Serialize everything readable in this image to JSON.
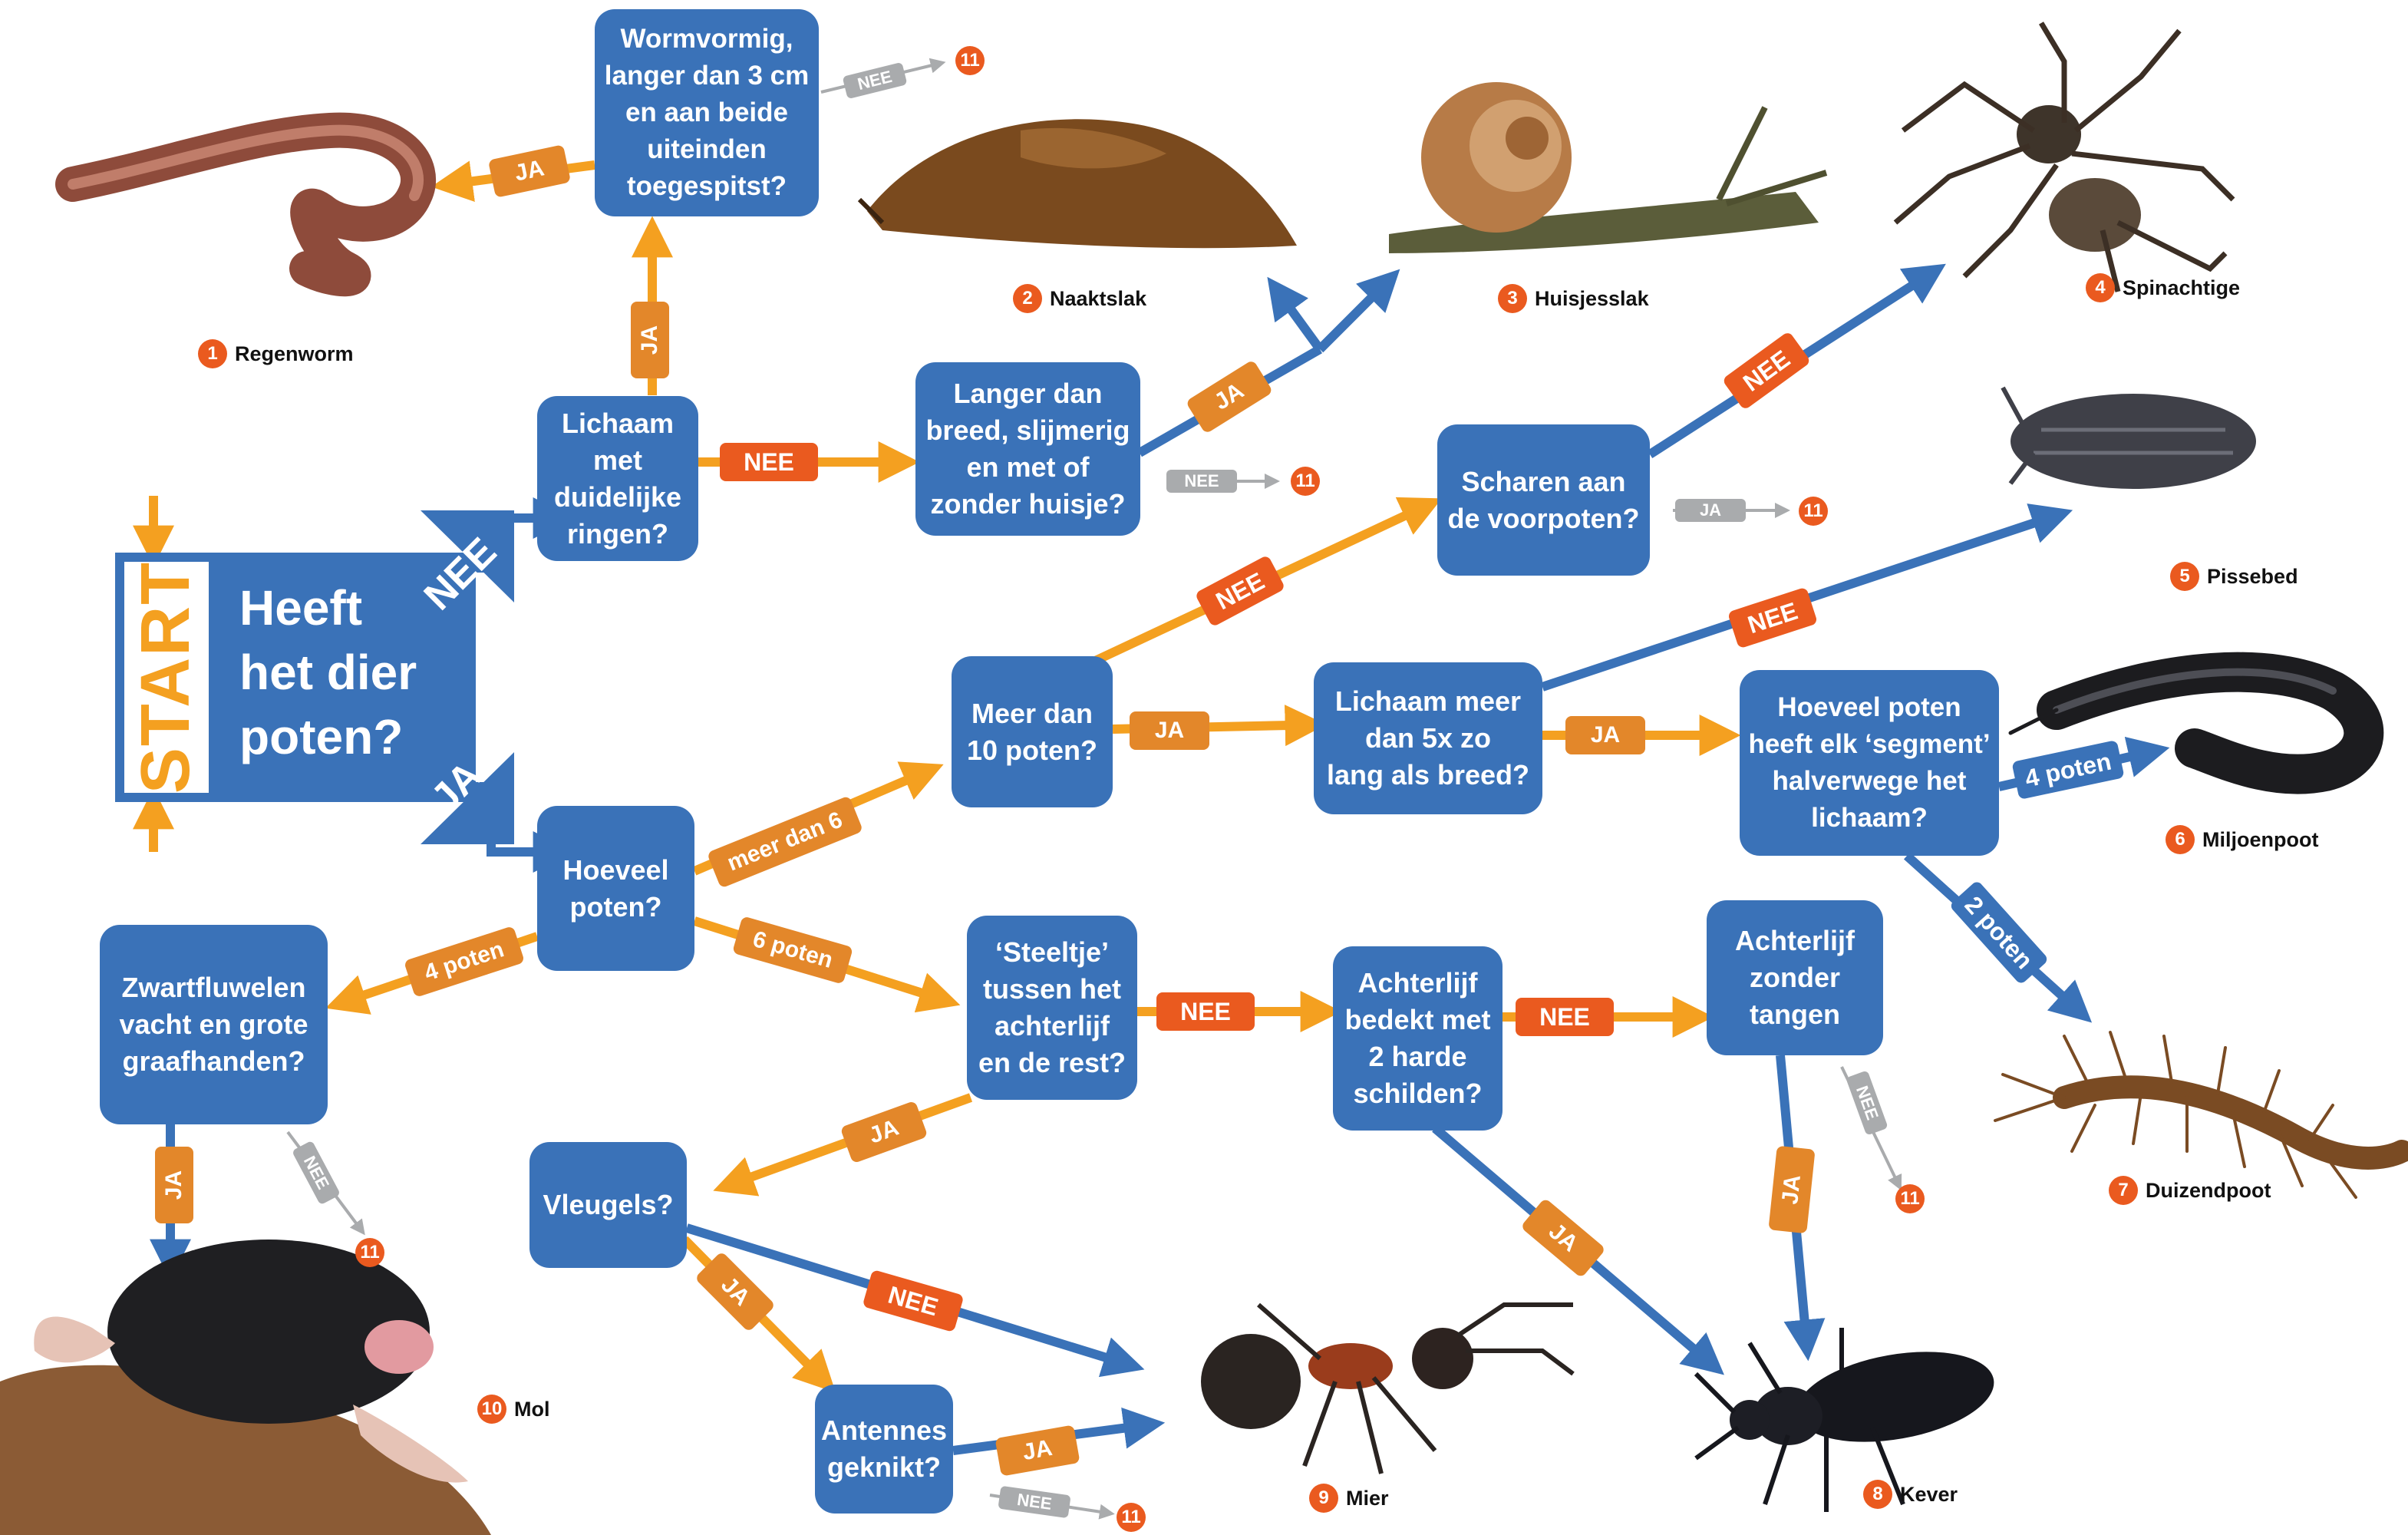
{
  "start": {
    "tag": "START",
    "question": "Heeft\nhet dier\npoten?"
  },
  "questions": {
    "worm": "Wormvormig,\nlanger dan 3 cm\nen aan beide\nuiteinden\ntoegespitst?",
    "rings": "Lichaam\nmet\nduidelijke\nringen?",
    "slime": "Langer dan\nbreed, slijmerig\nen met of\nzonder huisje?",
    "claws": "Scharen aan\nde voorpoten?",
    "ten": "Meer dan\n10 poten?",
    "long": "Lichaam meer\ndan 5x zo\nlang als breed?",
    "segment": "Hoeveel poten\nheeft elk ‘segment’\nhalverwege het\nlichaam?",
    "howmany": "Hoeveel\npoten?",
    "mole": "Zwartfluwelen\nvacht en grote\ngraafhanden?",
    "stalk": "‘Steeltje’\ntussen het\nachterlijf\nen de rest?",
    "shields": "Achterlijf\nbedekt met\n2 harde\nschilden?",
    "pincers": "Achterlijf\nzonder\ntangen",
    "wings": "Vleugels?",
    "antennae": "Antennes\ngeknikt?"
  },
  "labels": {
    "yes": "JA",
    "no": "NEE",
    "more_than_6": "meer dan 6",
    "four_legs": "4 poten",
    "six_legs": "6 poten",
    "two_legs": "2 poten",
    "eleven": "11"
  },
  "animals": [
    {
      "num": "1",
      "name": "Regenworm"
    },
    {
      "num": "2",
      "name": "Naaktslak"
    },
    {
      "num": "3",
      "name": "Huisjesslak"
    },
    {
      "num": "4",
      "name": "Spinachtige"
    },
    {
      "num": "5",
      "name": "Pissebed"
    },
    {
      "num": "6",
      "name": "Miljoenpoot"
    },
    {
      "num": "7",
      "name": "Duizendpoot"
    },
    {
      "num": "8",
      "name": "Kever"
    },
    {
      "num": "9",
      "name": "Mier"
    },
    {
      "num": "10",
      "name": "Mol"
    }
  ],
  "colors": {
    "blue": "#3a72b8",
    "orange": "#f4a020",
    "label_orange": "#e3872a",
    "red": "#ea5a1f",
    "gray": "#a9abad"
  }
}
